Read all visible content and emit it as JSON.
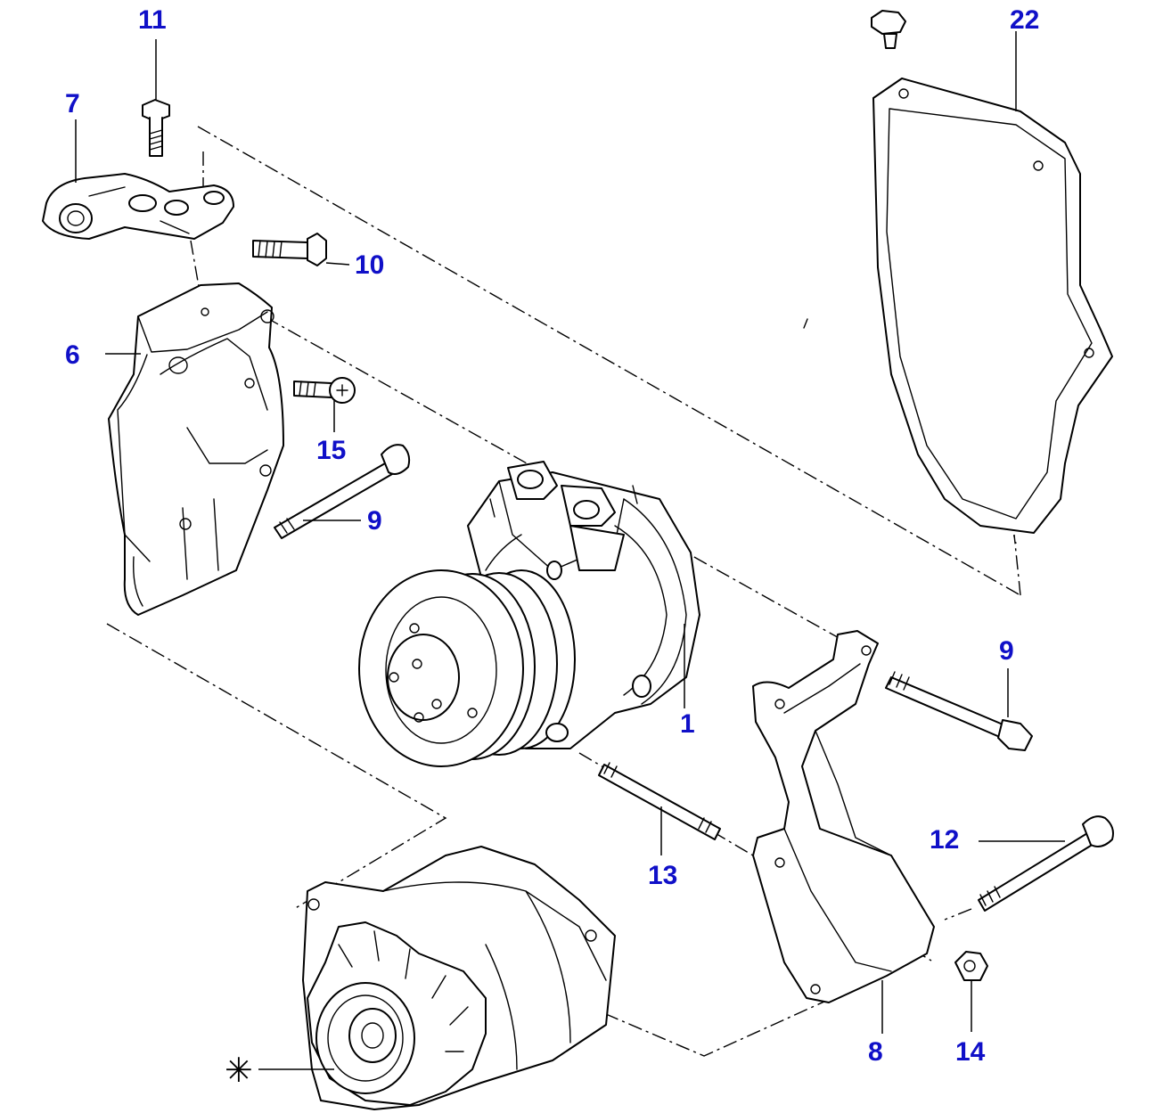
{
  "callouts": {
    "c1": "1",
    "c6": "6",
    "c7": "7",
    "c8": "8",
    "c9a": "9",
    "c9b": "9",
    "c10": "10",
    "c11": "11",
    "c12": "12",
    "c13": "13",
    "c14": "14",
    "c15": "15",
    "c22": "22",
    "star": "✳"
  },
  "colors": {
    "callout": "#1010c8",
    "line": "#000000",
    "background": "#ffffff"
  }
}
